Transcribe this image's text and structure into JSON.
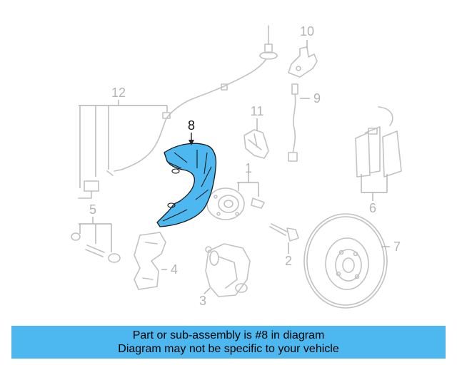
{
  "callouts": {
    "c1": "1",
    "c2": "2",
    "c3": "3",
    "c4": "4",
    "c5": "5",
    "c6": "6",
    "c7": "7",
    "c8": "8",
    "c9": "9",
    "c10": "10",
    "c11": "11",
    "c12": "12"
  },
  "highlighted_part": "8",
  "colors": {
    "highlight": "#4db8f0",
    "banner": "#4db8f0",
    "line_art": "#c2c2c2"
  },
  "banner": {
    "line1": "Part or sub-assembly is #8 in diagram",
    "line2": "Diagram may not be specific to your vehicle"
  }
}
